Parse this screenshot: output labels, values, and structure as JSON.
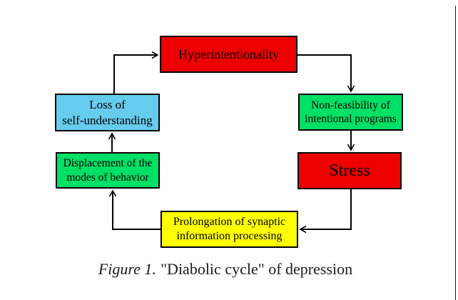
{
  "page": {
    "background": "#ffffff",
    "right_edge_line_color": "#1a1a1a"
  },
  "diagram": {
    "nodes": {
      "hyperintentionality": {
        "label": "Hyperintentionality",
        "color": "#ee0000"
      },
      "non_feasibility": {
        "line1": "Non-feasibility of",
        "line2": "intentional programs",
        "color": "#00df66"
      },
      "stress": {
        "label": "Stress",
        "color": "#ee0000"
      },
      "prolongation": {
        "line1": "Prolongation of synaptic",
        "line2": "information processing",
        "color": "#ffff00"
      },
      "displacement": {
        "line1": "Displacement of the",
        "line2": "modes of behavior",
        "color": "#00df66"
      },
      "loss": {
        "line1": "Loss of",
        "line2": "self-understanding",
        "color": "#66ccee"
      }
    },
    "edges": [
      {
        "from": "loss_of_self_understanding",
        "to": "hyperintentionality"
      },
      {
        "from": "hyperintentionality",
        "to": "non_feasibility_of_intentional_programs"
      },
      {
        "from": "non_feasibility_of_intentional_programs",
        "to": "stress"
      },
      {
        "from": "stress",
        "to": "prolongation_of_synaptic_information_processing"
      },
      {
        "from": "prolongation_of_synaptic_information_processing",
        "to": "displacement_of_the_modes_of_behavior"
      },
      {
        "from": "displacement_of_the_modes_of_behavior",
        "to": "loss_of_self_understanding"
      }
    ],
    "line_color": "#000000"
  },
  "caption": {
    "figure_label": "Figure 1.",
    "title": "\"Diabolic cycle\" of depression"
  }
}
